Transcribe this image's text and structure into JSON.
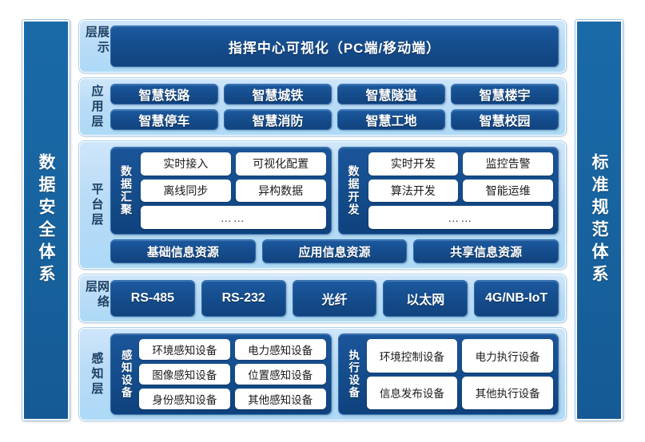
{
  "pillars": {
    "left": "数据安全体系",
    "right": "标准规范体系"
  },
  "layers": {
    "presentation": {
      "label": "展示层",
      "bar": "指挥中心可视化（PC端/移动端）"
    },
    "application": {
      "label": "应用层",
      "row1": [
        "智慧铁路",
        "智慧城铁",
        "智慧隧道",
        "智慧楼宇"
      ],
      "row2": [
        "智慧停车",
        "智慧消防",
        "智慧工地",
        "智慧校园"
      ]
    },
    "platform": {
      "label": "平台层",
      "modules": [
        {
          "title": "数据汇聚",
          "row1": [
            "实时接入",
            "可视化配置"
          ],
          "row2": [
            "离线同步",
            "异构数据"
          ],
          "row3": "……"
        },
        {
          "title": "数据开发",
          "row1": [
            "实时开发",
            "监控告警"
          ],
          "row2": [
            "算法开发",
            "智能运维"
          ],
          "row3": "……"
        }
      ],
      "resources": [
        "基础信息资源",
        "应用信息资源",
        "共享信息资源"
      ]
    },
    "network": {
      "label": "网络层",
      "items": [
        "RS-485",
        "RS-232",
        "光纤",
        "以太网",
        "4G/NB-IoT"
      ]
    },
    "sensing": {
      "label": "感知层",
      "modules": [
        {
          "title": "感知设备",
          "row1": [
            "环境感知设备",
            "电力感知设备"
          ],
          "row2": [
            "图像感知设备",
            "位置感知设备"
          ],
          "row3": [
            "身份感知设备",
            "其他感知设备"
          ]
        },
        {
          "title": "执行设备",
          "row1": [
            "环境控制设备",
            "电力执行设备"
          ],
          "row2": [
            "信息发布设备",
            "其他执行设备"
          ]
        }
      ]
    }
  },
  "colors": {
    "pillar_blue": "#1a6aa8",
    "layer_panel_blue": "#b9dbf7",
    "chip_blue": "#154f90",
    "module_blue": "#154e8d",
    "white_box": "#ffffff"
  }
}
